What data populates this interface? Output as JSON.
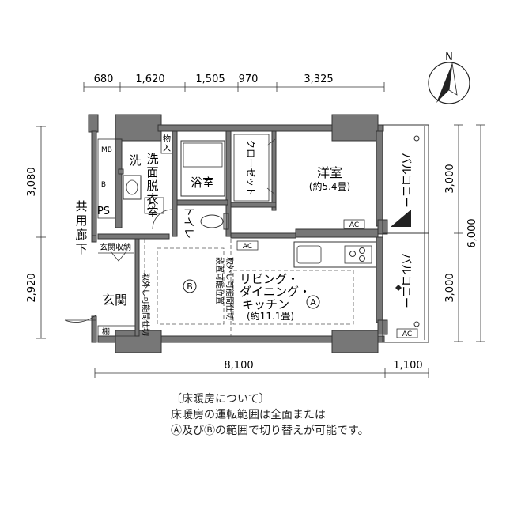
{
  "north": {
    "label": "N"
  },
  "top_dimensions": [
    "680",
    "1,620",
    "1,505",
    "970",
    "3,325"
  ],
  "left_dimensions": [
    "3,080",
    "2,920"
  ],
  "right_dimensions": [
    "3,000",
    "6,000",
    "3,000"
  ],
  "bottom_dimensions": [
    "8,100",
    "1,100"
  ],
  "rooms": {
    "mb": "MB",
    "b": "B",
    "ps": "PS",
    "corridor": [
      "共",
      "用",
      "廊",
      "下"
    ],
    "sen": "洗",
    "senmen": [
      "洗",
      "面",
      "脱",
      "衣",
      "室"
    ],
    "monoire": [
      "物",
      "入"
    ],
    "bath": "浴室",
    "closet": "クローゼット",
    "toilet": "トイレ",
    "western_title": "洋室",
    "western_area": "(約5.4畳)",
    "balcony": "バルコニー",
    "genkan_storage": "玄関収納",
    "genkan": "玄関",
    "tana": "棚",
    "ldk_line1": "リビング・",
    "ldk_line2": "ダイニング・",
    "ldk_line3": "キッチン",
    "ldk_area": "(約11.1畳)"
  },
  "markers": {
    "a": "A",
    "b": "B",
    "ac": "AC"
  },
  "vertical_notes": {
    "left_partition": "取外し可能間仕切",
    "center_partition_1": "取外し可能間仕切",
    "center_partition_2": "設置可能位置"
  },
  "floor_heating_note": {
    "title": "〔床暖房について〕",
    "line1": "床暖房の運転範囲は全面または",
    "line2": "Ⓐ及びⒷの範囲で切り替えが可能です。"
  }
}
